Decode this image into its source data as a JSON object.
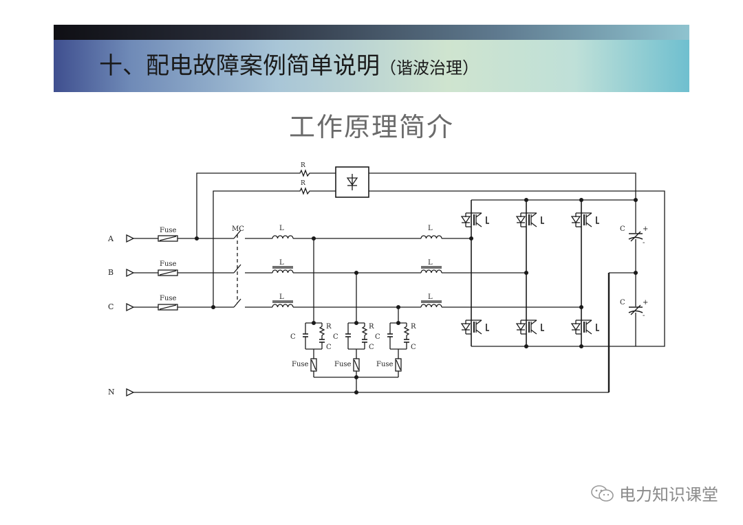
{
  "header": {
    "title": "十、配电故障案例简单说明",
    "title_suffix": "（谐波治理）",
    "subtitle": "工作原理简介"
  },
  "diagram": {
    "phase_labels": [
      "A",
      "B",
      "C",
      "N"
    ],
    "fuse_label": "Fuse",
    "mc_label": "MC",
    "inductor_label": "L",
    "resistor_label": "R",
    "capacitor_label": "C",
    "plus_sign": "+",
    "minus_sign": "-"
  },
  "watermark": {
    "text": "电力知识课堂",
    "icon": "wechat-icon"
  },
  "colors": {
    "line": "#1a1a1a",
    "banner_dark": "#1a1a22",
    "subtitle": "#6a6a6a",
    "watermark": "#8a8a8a"
  }
}
